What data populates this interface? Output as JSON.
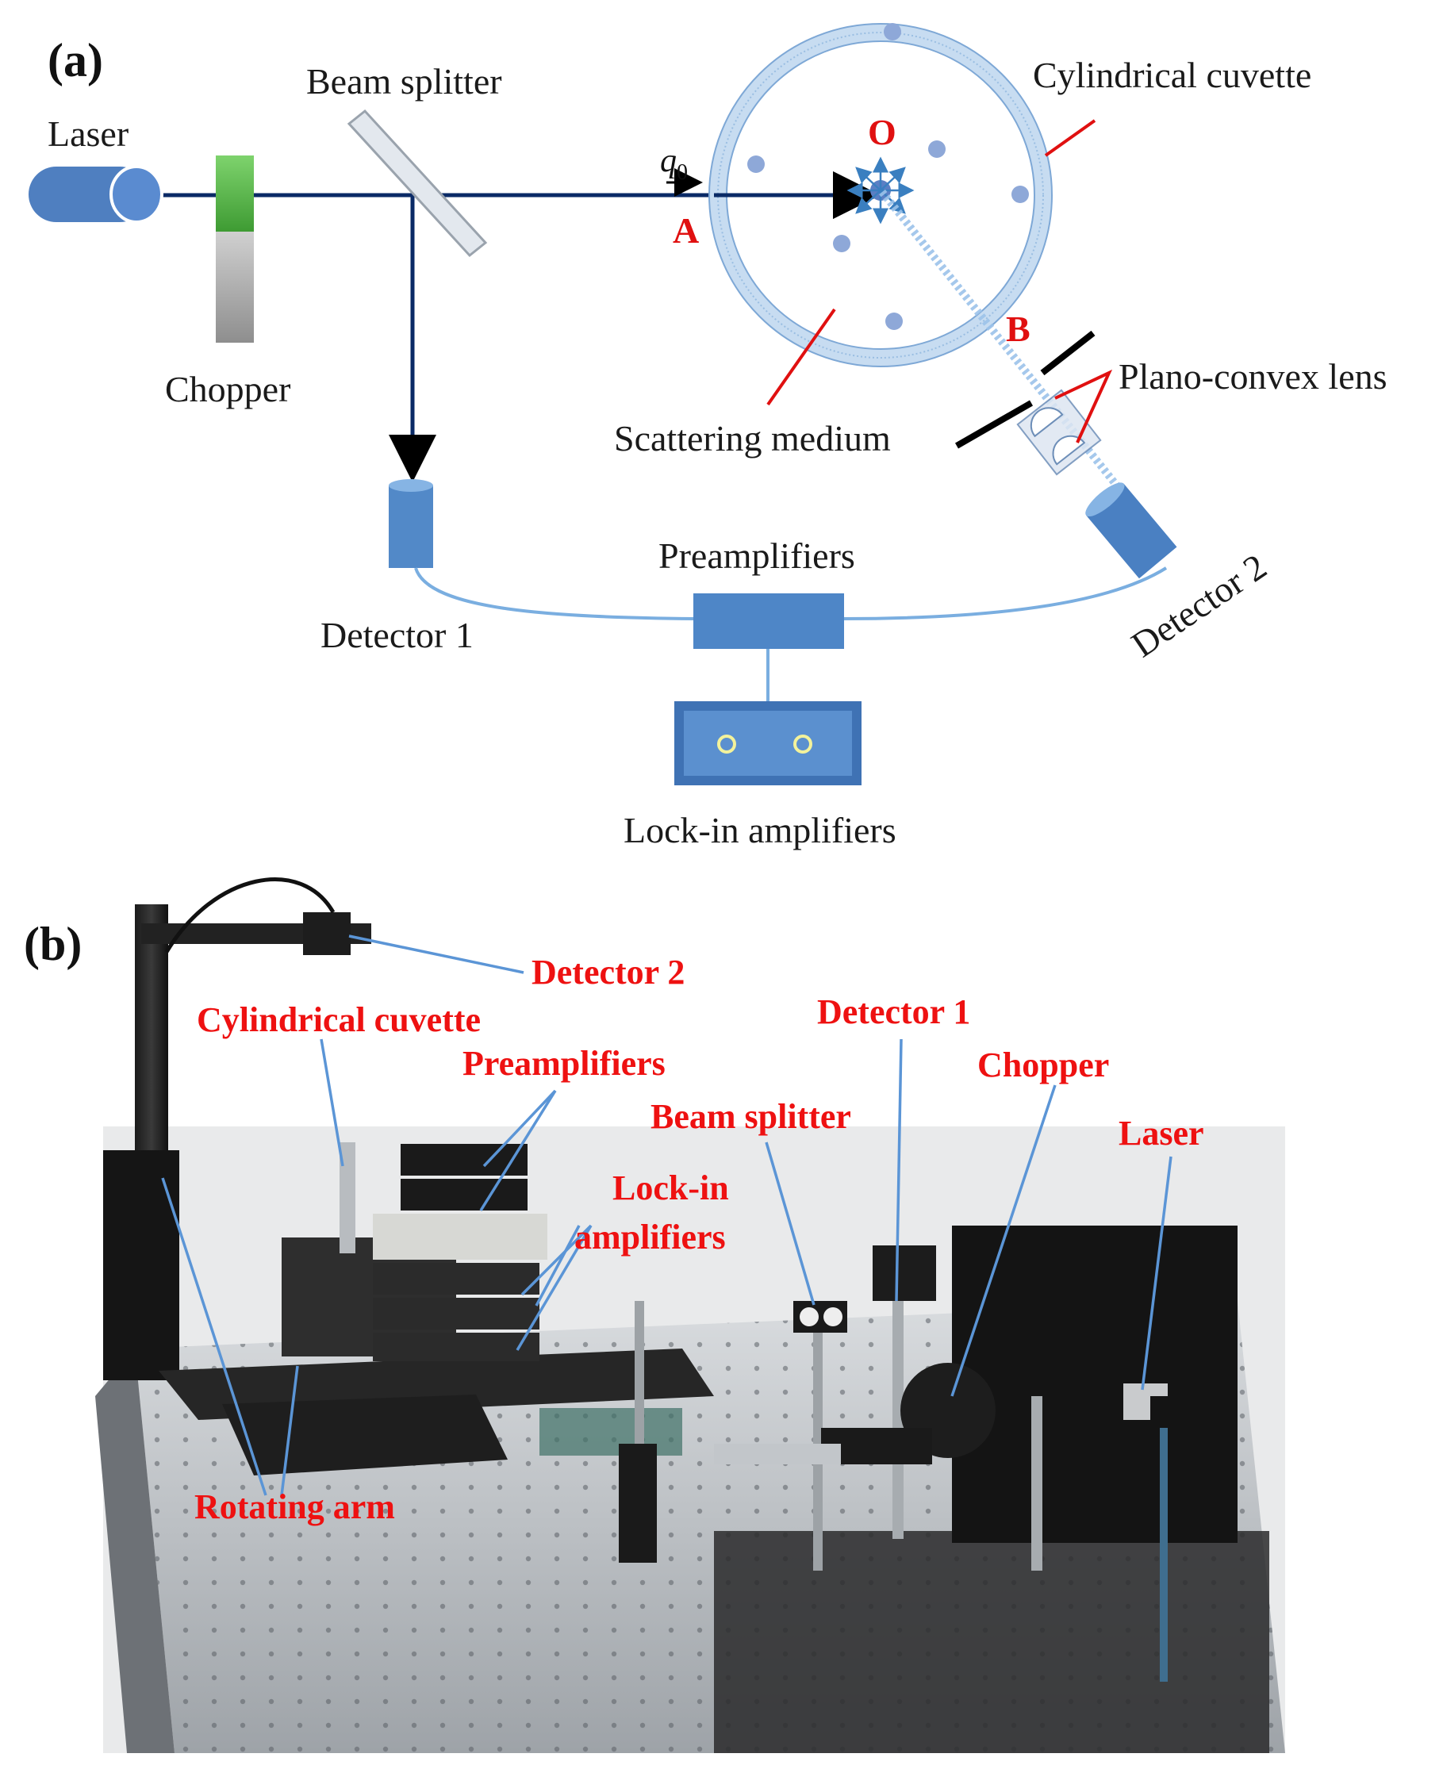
{
  "panel_a": {
    "tag": "(a)",
    "labels": {
      "laser": "Laser",
      "beam_splitter": "Beam splitter",
      "chopper": "Chopper",
      "cylindrical_cuvette": "Cylindrical cuvette",
      "scattering_medium": "Scattering medium",
      "plano_convex_lens": "Plano-convex lens",
      "detector_1": "Detector 1",
      "detector_2": "Detector 2",
      "preamplifiers": "Preamplifiers",
      "lock_in_amplifiers": "Lock-in amplifiers",
      "point_o": "O",
      "point_a": "A",
      "point_b": "B",
      "wavevector_symbol": "q",
      "wavevector_subscript": "0"
    }
  },
  "panel_b": {
    "tag": "(b)",
    "labels": {
      "detector_2": "Detector 2",
      "cylindrical_cuvette": "Cylindrical cuvette",
      "preamplifiers": "Preamplifiers",
      "detector_1": "Detector 1",
      "chopper": "Chopper",
      "beam_splitter": "Beam splitter",
      "laser": "Laser",
      "lock_in_line1": "Lock-in",
      "lock_in_line2": "amplifiers",
      "rotating_arm": "Rotating arm"
    }
  },
  "colors": {
    "device_blue": "#4f86c6",
    "cable_blue": "#7aaee0",
    "annotation_red": "#e01010",
    "cuvette_ring": "#bcd4ee"
  }
}
